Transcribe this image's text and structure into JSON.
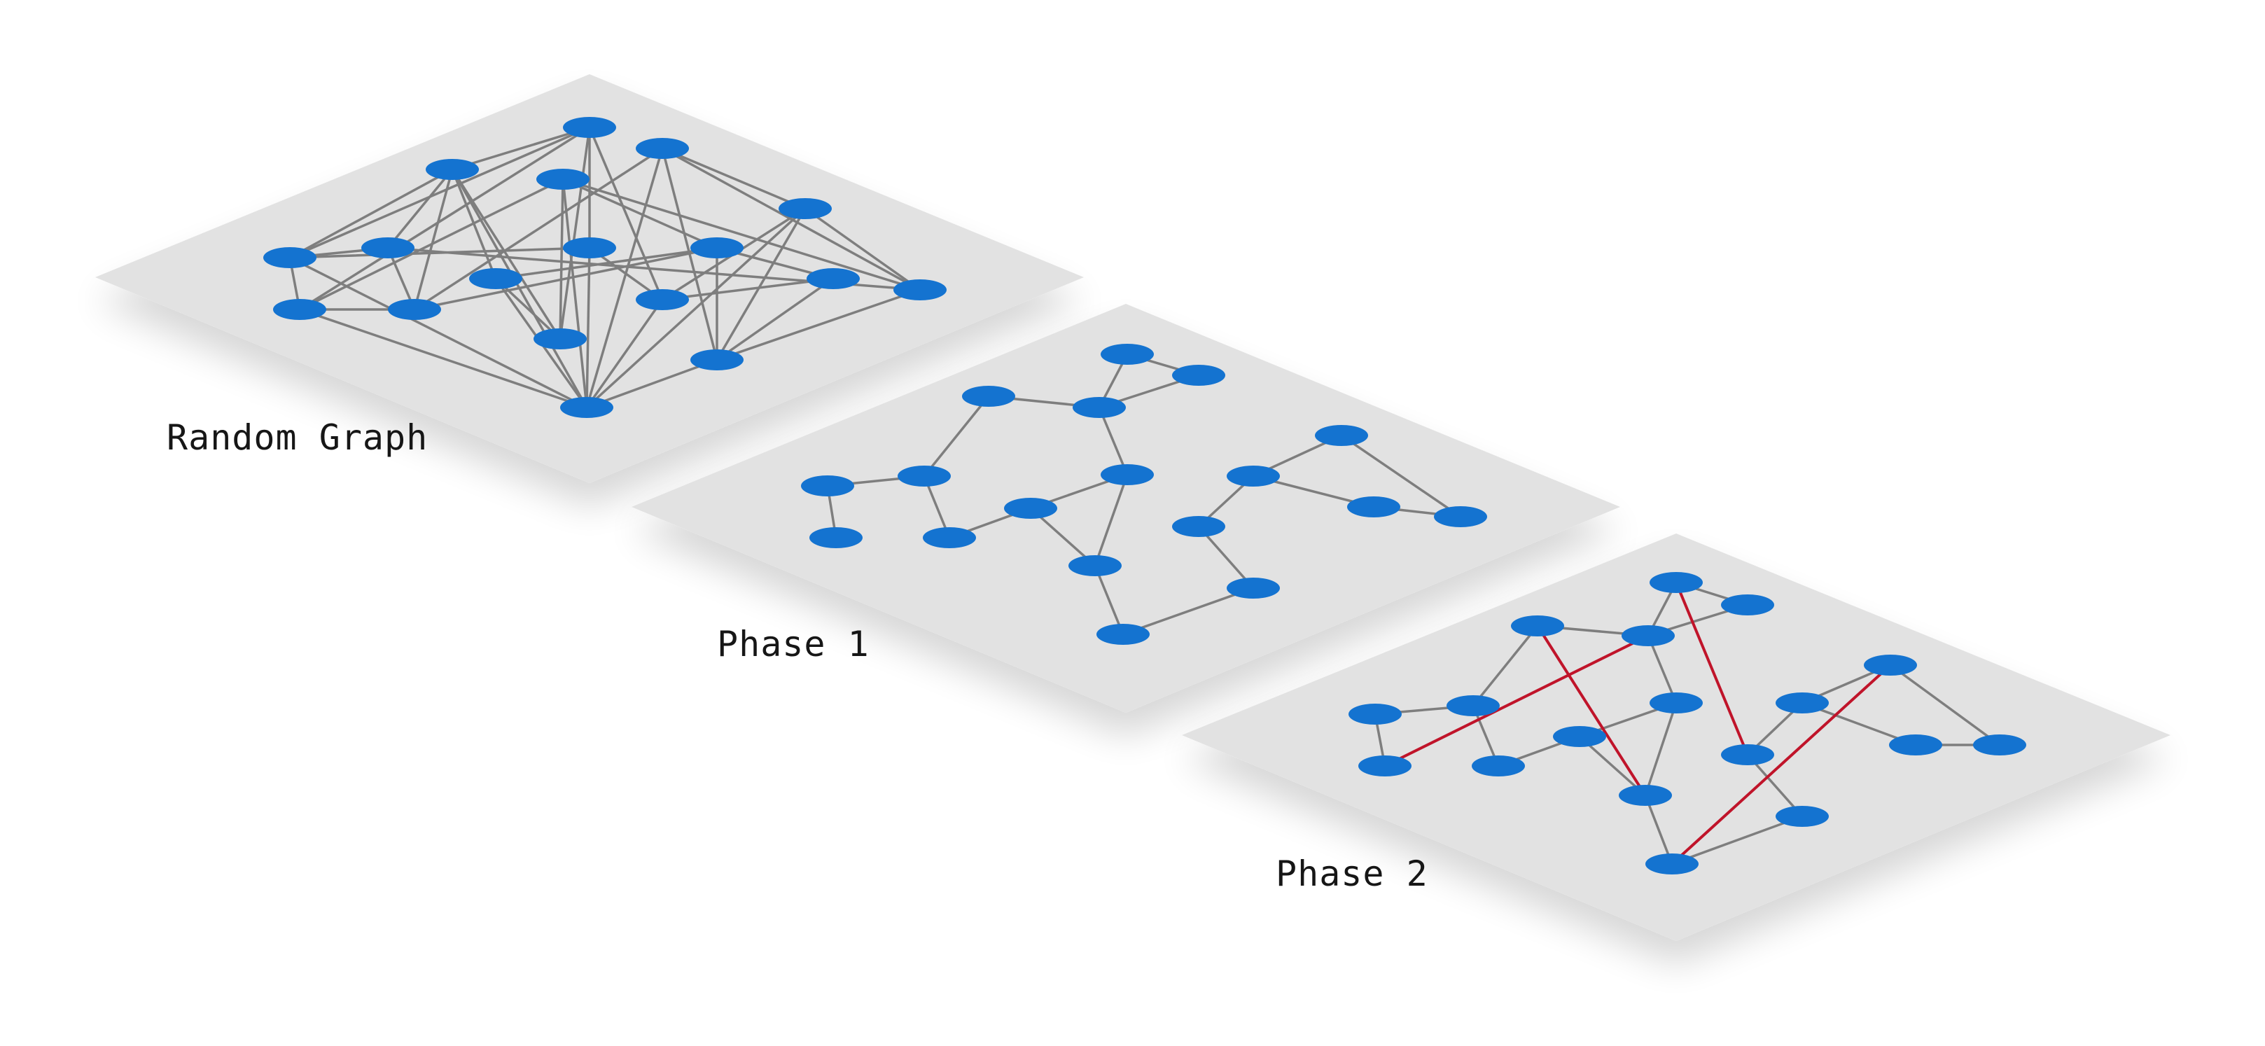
{
  "panels": [
    {
      "id": "random",
      "label": "Random Graph"
    },
    {
      "id": "phase1",
      "label": "Phase 1"
    },
    {
      "id": "phase2",
      "label": "Phase 2"
    }
  ],
  "colors": {
    "plane": "#e2e2e2",
    "node": "#1473d0",
    "edge": "#7e7e7e",
    "added_edge": "#c0142a",
    "background": "#ffffff"
  }
}
